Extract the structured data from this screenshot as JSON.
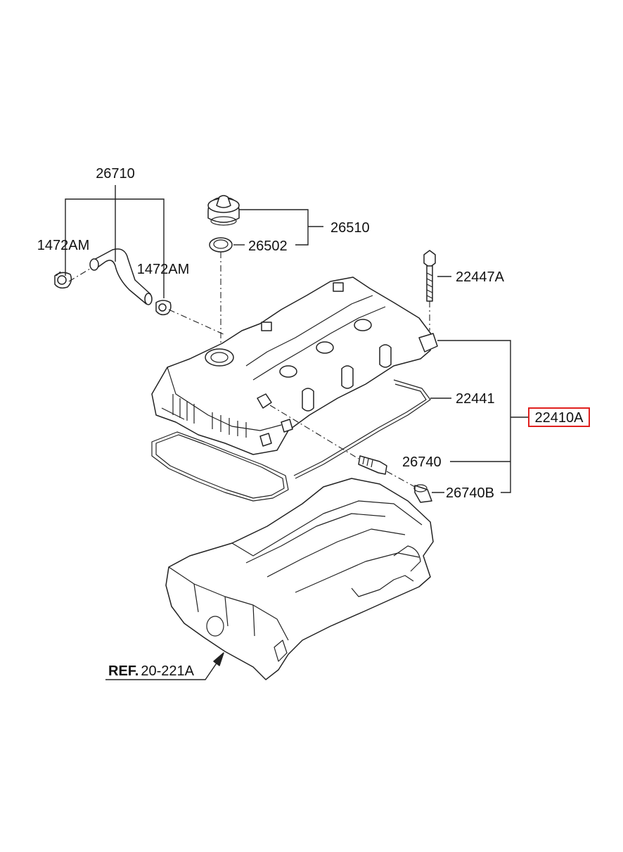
{
  "parts": {
    "p26710": "26710",
    "p1472am_left": "1472AM",
    "p1472am_right": "1472AM",
    "p26510": "26510",
    "p26502": "26502",
    "p22447a": "22447A",
    "p22441": "22441",
    "p22410a": "22410A",
    "p26740": "26740",
    "p26740b": "26740B"
  },
  "reference": {
    "prefix": "REF.",
    "code": "20-221A"
  },
  "highlight_color": "#e0201e"
}
